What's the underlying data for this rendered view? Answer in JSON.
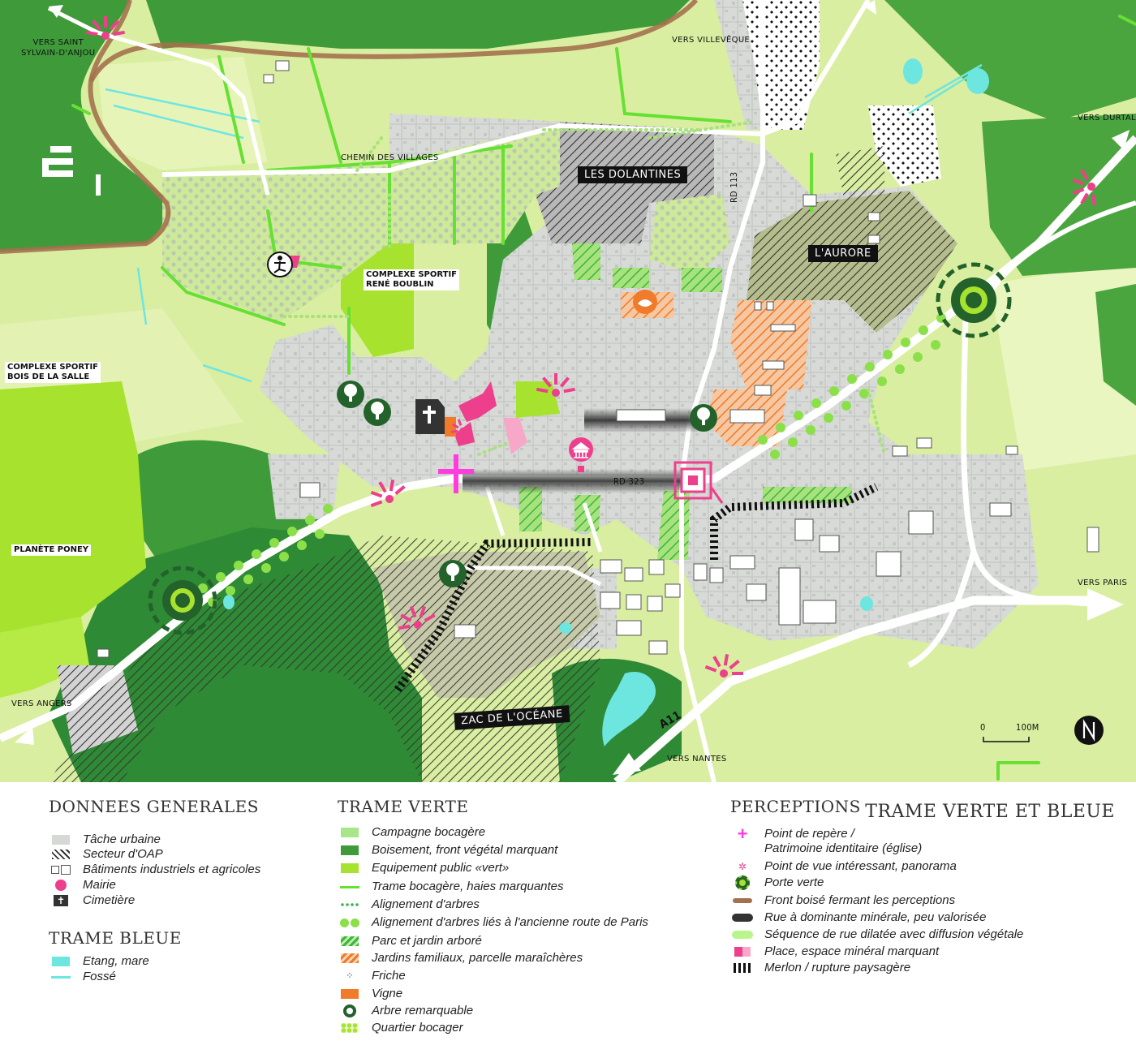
{
  "map": {
    "places": {
      "saint_sylvain": "VERS SAINT\nSYLVAIN-D'ANJOU",
      "villeveque": "VERS VILLEVÊQUE",
      "durtal": "VERS DURTAL",
      "paris": "VERS PARIS",
      "nantes": "VERS NANTES",
      "angers": "VERS ANGERS",
      "chemin": "CHEMIN DES VILLAGES",
      "rd113": "RD 113",
      "rd323": "RD 323",
      "a11": "A11",
      "complexe_boublin": "COMPLEXE SPORTIF\nRENÉ BOUBLIN",
      "complexe_salle": "COMPLEXE SPORTIF\nBOIS DE LA SALLE",
      "planete": "PLANÈTE PONEY"
    },
    "sectors": {
      "dolantines": "LES DOLANTINES",
      "aurore": "L'AURORE",
      "zac": "ZAC DE L'OCÉANE"
    },
    "scale": {
      "zero": "0",
      "hundred": "100M"
    },
    "north": "N"
  },
  "legend": {
    "title": "TRAME VERTE ET BLEUE",
    "generales": {
      "heading": "DONNEES GENERALES",
      "items": [
        "Tâche urbaine",
        "Secteur d'OAP",
        "Bâtiments industriels et agricoles",
        "Mairie",
        "Cimetière"
      ]
    },
    "bleue": {
      "heading": "TRAME BLEUE",
      "items": [
        "Etang, mare",
        "Fossé"
      ]
    },
    "verte": {
      "heading": "TRAME VERTE",
      "items": [
        "Campagne bocagère",
        "Boisement, front végétal marquant",
        "Equipement public «vert»",
        "Trame bocagère, haies marquantes",
        "Alignement d'arbres",
        "Alignement d'arbres liés à l'ancienne route de Paris",
        "Parc et jardin arboré",
        "Jardins familiaux, parcelle maraîchères",
        "Friche",
        "Vigne",
        "Arbre remarquable",
        "Quartier bocager"
      ]
    },
    "perceptions": {
      "heading": "PERCEPTIONS",
      "items": [
        "Point de repère /\nPatrimoine identitaire (église)",
        "Point de vue intéressant, panorama",
        "Porte verte",
        "Front boisé fermant les perceptions",
        "Rue à dominante minérale, peu valorisée",
        "Séquence de rue dilatée avec diffusion végétale",
        "Place, espace minéral marquant",
        "Merlon / rupture paysagère"
      ]
    }
  },
  "colors": {
    "campagne": "#d9eea0",
    "boisement": "#3f9a3a",
    "equipement": "#a6e22e",
    "haie": "#66e033",
    "urbain": "#d6d8d6",
    "eau": "#6ee6e0",
    "rose": "#ee3f8c",
    "orange": "#f07b2a",
    "dark_green": "#23622a",
    "front_boise": "#a4714e"
  }
}
